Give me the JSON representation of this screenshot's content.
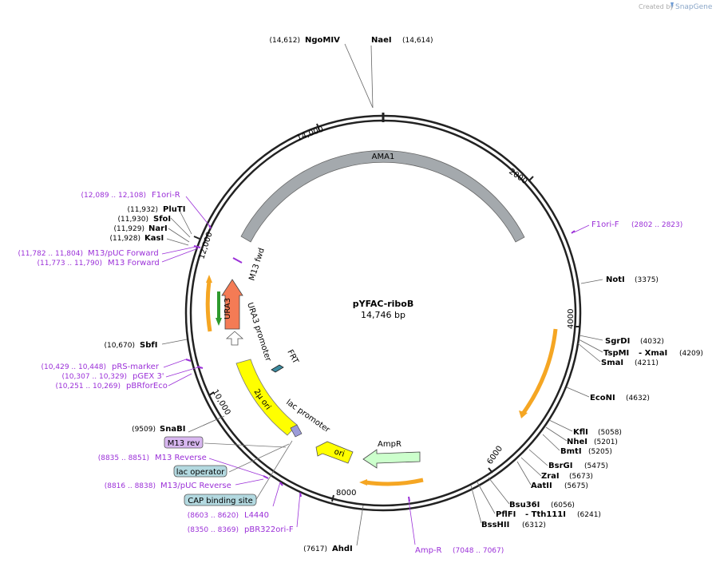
{
  "header": {
    "created_by": "Created by",
    "brand": "SnapGene"
  },
  "plasmid": {
    "name": "pYFAC-riboB",
    "size": "14,746 bp"
  },
  "ticks": [
    "2000",
    "4000",
    "6000",
    "8000",
    "10,000",
    "12,000",
    "14,000"
  ],
  "enzymes": [
    {
      "name": "NgoMIV",
      "pos": "(14,612)"
    },
    {
      "name": "NaeI",
      "pos": "(14,614)"
    },
    {
      "name": "NotI",
      "pos": "(3375)"
    },
    {
      "name": "SgrDI",
      "pos": "(4032)"
    },
    {
      "name": "TspMI",
      "pos": ""
    },
    {
      "name": "- XmaI",
      "pos": "(4209)"
    },
    {
      "name": "SmaI",
      "pos": "(4211)"
    },
    {
      "name": "EcoNI",
      "pos": "(4632)"
    },
    {
      "name": "KflI",
      "pos": "(5058)"
    },
    {
      "name": "NheI",
      "pos": "(5201)"
    },
    {
      "name": "BmtI",
      "pos": "(5205)"
    },
    {
      "name": "BsrGI",
      "pos": "(5475)"
    },
    {
      "name": "ZraI",
      "pos": "(5673)"
    },
    {
      "name": "AatII",
      "pos": "(5675)"
    },
    {
      "name": "Bsu36I",
      "pos": "(6056)"
    },
    {
      "name": "PflFI",
      "pos": ""
    },
    {
      "name": "- Tth111I",
      "pos": "(6241)"
    },
    {
      "name": "BssHII",
      "pos": "(6312)"
    },
    {
      "name": "AhdI",
      "pos": "(7617)"
    },
    {
      "name": "SnaBI",
      "pos": "(9509)"
    },
    {
      "name": "SbfI",
      "pos": "(10,670)"
    },
    {
      "name": "KasI",
      "pos": "(11,928)"
    },
    {
      "name": "NarI",
      "pos": "(11,929)"
    },
    {
      "name": "SfoI",
      "pos": "(11,930)"
    },
    {
      "name": "PluTI",
      "pos": "(11,932)"
    }
  ],
  "primers": [
    {
      "name": "F1ori-R",
      "pos": "(12,089 .. 12,108)"
    },
    {
      "name": "M13/pUC Forward",
      "pos": "(11,782 .. 11,804)"
    },
    {
      "name": "M13 Forward",
      "pos": "(11,773 .. 11,790)"
    },
    {
      "name": "pRS-marker",
      "pos": "(10,429 .. 10,448)"
    },
    {
      "name": "pGEX 3'",
      "pos": "(10,307 .. 10,329)"
    },
    {
      "name": "pBRforEco",
      "pos": "(10,251 .. 10,269)"
    },
    {
      "name": "M13 Reverse",
      "pos": "(8835 .. 8851)"
    },
    {
      "name": "M13/pUC Reverse",
      "pos": "(8816 .. 8838)"
    },
    {
      "name": "L4440",
      "pos": "(8603 .. 8620)"
    },
    {
      "name": "pBR322ori-F",
      "pos": "(8350 .. 8369)"
    },
    {
      "name": "Amp-R",
      "pos": "(7048 .. 7067)"
    },
    {
      "name": "F1ori-F",
      "pos": "(2802 .. 2823)"
    }
  ],
  "boxes": [
    "M13 rev",
    "lac operator",
    "CAP binding site"
  ],
  "features": [
    "AMA1",
    "M13 fwd",
    "URA3",
    "URA3 promoter",
    "FRT",
    "2μ ori",
    "lac promoter",
    "AmpR",
    "ori"
  ],
  "colors": {
    "ama1": "#a4a9ad",
    "ura3": "#f47b55",
    "yellow": "#ffff00",
    "ampr": "#ccffcc",
    "orange": "#f5a623",
    "primer": "#9b30d8",
    "mbox": "#d8b7f0",
    "lacbox": "#b3d9e0"
  }
}
